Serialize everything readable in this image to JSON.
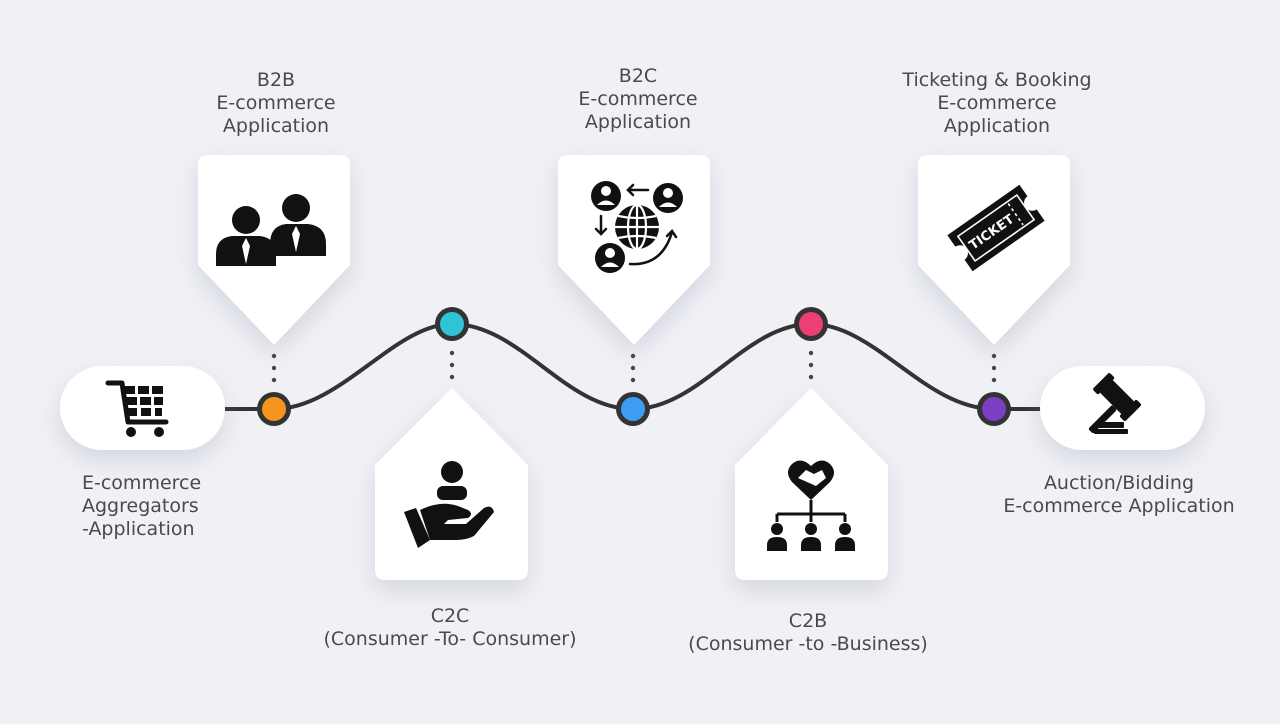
{
  "colors": {
    "background": "#f0f1f5",
    "card": "#ffffff",
    "path": "#333333",
    "icon": "#111111",
    "text": "#4a4a4a"
  },
  "items": [
    {
      "id": "aggregators",
      "icon": "shopping-cart-icon",
      "color": "#f5951d",
      "lines": [
        "E-commerce",
        "Aggregators",
        "-Application"
      ]
    },
    {
      "id": "b2b",
      "icon": "business-people-icon",
      "color": "#f5951d",
      "lines": [
        "B2B",
        "E-commerce",
        "Application"
      ]
    },
    {
      "id": "c2c",
      "icon": "hand-holding-person-icon",
      "color": "#2ec4d6",
      "lines": [
        "C2C",
        "(Consumer -To- Consumer)"
      ]
    },
    {
      "id": "b2c",
      "icon": "global-network-icon",
      "color": "#3d9df0",
      "lines": [
        "B2C",
        "E-commerce",
        "Application"
      ]
    },
    {
      "id": "c2b",
      "icon": "handshake-heart-network-icon",
      "color": "#ec3f74",
      "lines": [
        "C2B",
        "(Consumer -to -Business)"
      ]
    },
    {
      "id": "ticketing",
      "icon": "ticket-icon",
      "color": "#7c3ec3",
      "lines": [
        "Ticketing & Booking",
        "E-commerce",
        "Application"
      ]
    },
    {
      "id": "auction",
      "icon": "gavel-icon",
      "color": "#7c3ec3",
      "lines": [
        "Auction/Bidding",
        "E-commerce Application"
      ]
    }
  ],
  "ticket_text": "TICKET"
}
